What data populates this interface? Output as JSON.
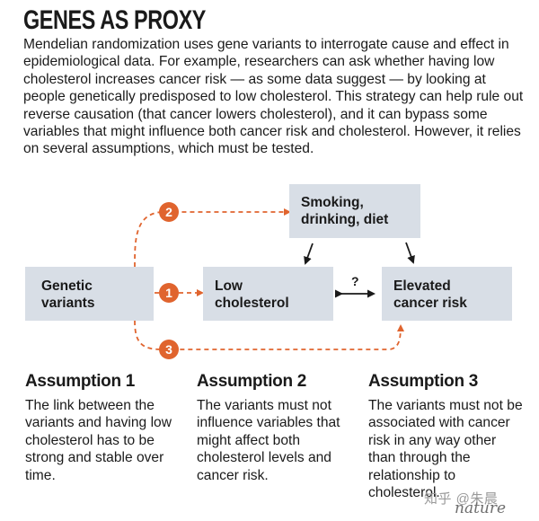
{
  "title": "GENES AS PROXY",
  "intro": "Mendelian randomization uses gene variants to interrogate cause and effect in epidemiological data. For example, researchers can ask whether having low cholesterol increases cancer risk — as some data suggest — by looking at people genetically predisposed to low cholesterol. This strategy can help rule out reverse causation (that cancer lowers cholesterol), and it can bypass some variables that might influence both cancer risk and cholesterol. However, it relies on several assumptions, which must be tested.",
  "diagram": {
    "genetic": [
      "Genetic",
      "variants"
    ],
    "low_chol": [
      "Low",
      "cholesterol"
    ],
    "cancer": [
      "Elevated",
      "cancer risk"
    ],
    "smoking": [
      "Smoking,",
      "drinking, diet"
    ],
    "badges": [
      "1",
      "2",
      "3"
    ],
    "question": "?",
    "colors": {
      "orange": "#e0642e",
      "box": "#d8dee6"
    }
  },
  "assumptions": [
    {
      "title": "Assumption 1",
      "text": "The link between the variants and having low cholesterol has to be strong and stable over time."
    },
    {
      "title": "Assumption 2",
      "text": "The variants must not influence variables that might affect both cholesterol levels and cancer risk."
    },
    {
      "title": "Assumption 3",
      "text": "The variants must not be associated with cancer risk in any way other than through the relationship to cholesterol."
    }
  ],
  "watermark": "知乎 @朱晨",
  "logo": "nature"
}
